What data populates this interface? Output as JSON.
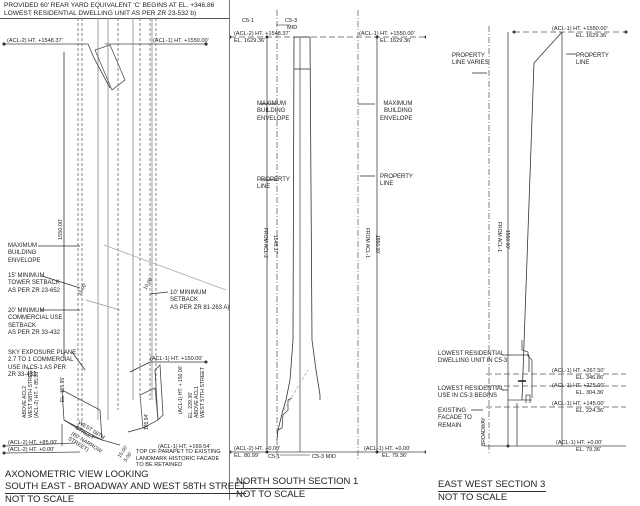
{
  "sheet": {
    "panels": [
      {
        "id": "axonometric",
        "top_note": "PROVIDED 60' REAR YARD EQUIVALENT 'C' BEGINS AT EL. +346.86 LOWEST RESIDENTIAL DWELLING UNIT AS PER ZR 23-532 b)",
        "elevation_tags": {
          "acl2_top": "(ACL-2) HT. +1548.37'",
          "acl1_top": "(ACL-1) HT. +1550.00'",
          "acl1_150": "(ACL-1) HT. +150.00'",
          "acl1_150_vert": "(ACL-1) HT. + 150.00'",
          "acl1_parapet": "(ACL-1) HT. +169.54'",
          "acl2_85": "(ACL-2) HT. +85.00'",
          "acl2_0": "(ACL-2) HT. +0.00'"
        },
        "dimensions": {
          "height_1550": "1550.00'",
          "setback_15": "15.00'",
          "setback_10": "10.00'",
          "dim_165": "165.94'",
          "dim_15_bottom": "15.00'",
          "dim_5_bottom": "5.00'",
          "el_165": "EL. 165.95'"
        },
        "callouts": {
          "max_envelope": "MAXIMUM\nBUILDING\nENVELOPE",
          "tower_setback": "15' MINIMUM\nTOWER SETBACK\nAS PER ZR 23-652",
          "commercial_setback": "20' MINIMUM\nCOMMERCIAL USE\nSETBACK\nAS PER ZR 33-432",
          "sky_exposure": "SKY EXPOSURE PLANE\n2.7 TO 1 COMMERCIAL\nUSE IN C5-1 AS PER\nZR 33-432",
          "min_setback_10": "10' MINIMUM\nSETBACK\nAS PER ZR 81-263 a)",
          "above_acl2": "ABOVE ACL2\nWEST 58TH STREET\n(ACL-2) HT. + 85.00'",
          "el_above_acl1": "EL. 229.36'\nABOVE ACL1\nWEST 57TH STREET",
          "street": "WEST 58TH\nSTREET\n(60' NARROW\nSTREET)",
          "parapet": "TOP OF PARAPET TO EXISTING\nLANDMARK HISTORIC FACADE\nTO BE RETAINED"
        },
        "title_lines": [
          "AXONOMETRIC VIEW LOOKING",
          "SOUTH EAST - BROADWAY AND WEST 58TH STREET",
          "NOT TO SCALE"
        ]
      },
      {
        "id": "north-south-section",
        "zones_top": {
          "left": "C5-1",
          "right": "C5-3\nMID"
        },
        "zones_bottom": {
          "left": "C5-1",
          "right": "C5-3 MID"
        },
        "elevation_tags": {
          "acl2_top": "(ACL-2) HT. +1548.37'",
          "acl2_top_el": "EL. 1629.36'",
          "acl1_top": "(ACL-1) HT. +1550.00'",
          "acl1_top_el": "EL. 1629.36'",
          "acl2_bottom": "(ACL-2) HT. +0.00'",
          "acl2_bottom_el": "EL. 80.99'",
          "acl1_bottom": "(ACL-1) HT. +0.00'",
          "acl1_bottom_el": "EL. 79.36'"
        },
        "callouts": {
          "max_envelope_left": "MAXIMUM\nBUILDING\nENVELOPE",
          "max_envelope_right": "MAXIMUM\nBUILDING\nENVELOPE",
          "property_left": "PROPERTY\nLINE",
          "property_right": "PROPERTY\nLINE"
        },
        "dimensions": {
          "left_value": "1548.37'",
          "left_from": "FROM ACL-2",
          "right_value": "1550.00'",
          "right_from": "FROM ACL-1"
        },
        "title_lines": [
          "NORTH SOUTH SECTION 1",
          "NOT TO SCALE"
        ]
      },
      {
        "id": "east-west-section",
        "elevation_tags": {
          "acl1_top": "(ACL-1) HT. +1550.00'",
          "acl1_top_el": "EL. 1629.36'",
          "acl1_267": "(ACL-1) HT. +267.50'",
          "acl1_267_el": "EL. 346.86'",
          "acl1_225": "(ACL-1) HT. +225.00'",
          "acl1_225_el": "EL. 304.36'",
          "acl1_145": "(ACL-1) HT. +145.00'",
          "acl1_145_el": "EL. 224.36'",
          "acl1_0": "(ACL-1) HT. +0.00'",
          "acl1_0_el": "EL. 79.36'"
        },
        "callouts": {
          "property_varies": "PROPERTY\nLINE VARIES",
          "property_line": "PROPERTY\nLINE",
          "lowest_unit": "LOWEST RESIDENTIAL\nDWELLING UNIT IN C5-3",
          "lowest_use": "LOWEST RESIDENTIAL\nUSE IN C5-3 BEGINS",
          "existing_facade": "EXISTING\nFACADE TO\nREMAIN",
          "broadway": "BROADWAY"
        },
        "dimensions": {
          "value": "1550.00'",
          "from": "FROM ACL-1"
        },
        "title_lines": [
          "EAST WEST SECTION 3",
          "NOT TO SCALE"
        ]
      }
    ]
  }
}
